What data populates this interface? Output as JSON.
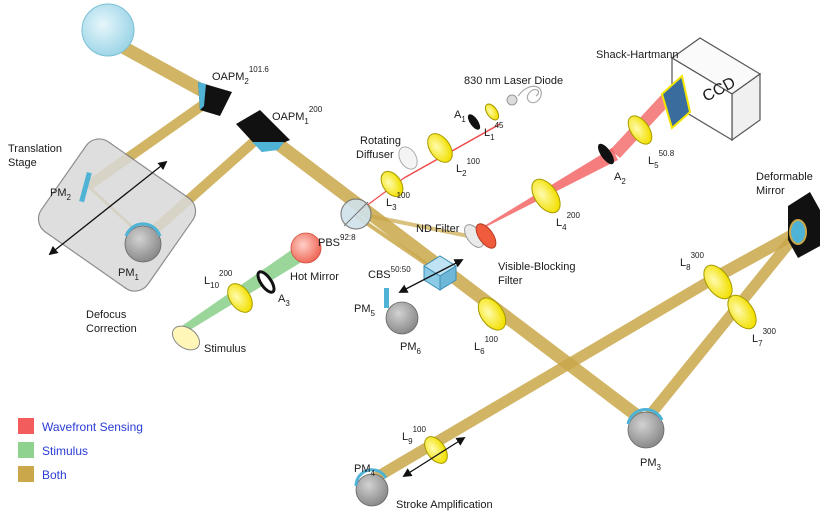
{
  "labels": {
    "oapm2": {
      "main": "OAPM",
      "sub": "2",
      "sup": "101.6"
    },
    "oapm1": {
      "main": "OAPM",
      "sub": "1",
      "sup": "200"
    },
    "laser": "830 nm Laser Diode",
    "shack": "Shack-Hartmann",
    "ccd": "CCD",
    "a1": {
      "main": "A",
      "sub": "1"
    },
    "l1": {
      "main": "L",
      "sub": "1",
      "sup": "45"
    },
    "rot1": "Rotating",
    "rot2": "Diffuser",
    "l2": {
      "main": "L",
      "sub": "2",
      "sup": "100"
    },
    "l3": {
      "main": "L",
      "sub": "3",
      "sup": "100"
    },
    "l5": {
      "main": "L",
      "sub": "5",
      "sup": "50.8"
    },
    "a2": {
      "main": "A",
      "sub": "2"
    },
    "trans1": "Translation",
    "trans2": "Stage",
    "pm2": {
      "main": "PM",
      "sub": "2"
    },
    "pm1": {
      "main": "PM",
      "sub": "1"
    },
    "pbs": {
      "main": "PBS",
      "sup": "92:8"
    },
    "hot": "Hot Mirror",
    "nd": "ND Filter",
    "l4": {
      "main": "L",
      "sub": "4",
      "sup": "200"
    },
    "def1": "Deformable",
    "def2": "Mirror",
    "l10": {
      "main": "L",
      "sub": "10",
      "sup": "200"
    },
    "a3": {
      "main": "A",
      "sub": "3"
    },
    "cbs": {
      "main": "CBS",
      "sup": "50:50"
    },
    "vis1": "Visible-Blocking",
    "vis2": "Filter",
    "l8": {
      "main": "L",
      "sub": "8",
      "sup": "300"
    },
    "l7": {
      "main": "L",
      "sub": "7",
      "sup": "300"
    },
    "defoc1": "Defocus",
    "defoc2": "Correction",
    "pm5": {
      "main": "PM",
      "sub": "5"
    },
    "pm6": {
      "main": "PM",
      "sub": "6"
    },
    "l6": {
      "main": "L",
      "sub": "6",
      "sup": "100"
    },
    "stimulus_lbl": "Stimulus",
    "pm3": {
      "main": "PM",
      "sub": "3"
    },
    "l9": {
      "main": "L",
      "sub": "9",
      "sup": "100"
    },
    "pm4": {
      "main": "PM",
      "sub": "4"
    },
    "stroke": "Stroke Amplification"
  },
  "legend": [
    {
      "label": "Wavefront Sensing",
      "color": "#f25c5c"
    },
    {
      "label": "Stimulus",
      "color": "#8fd18f"
    },
    {
      "label": "Both",
      "color": "#c9a74a"
    }
  ],
  "colors": {
    "beam_both": "#c9a74a",
    "beam_wavefront": "#f25c5c",
    "beam_stimulus": "#8fd18f",
    "lens_yellow": "#f5e600",
    "mirror_grey": "#a8a8a8",
    "mirror_blue": "#4fb3d6"
  }
}
